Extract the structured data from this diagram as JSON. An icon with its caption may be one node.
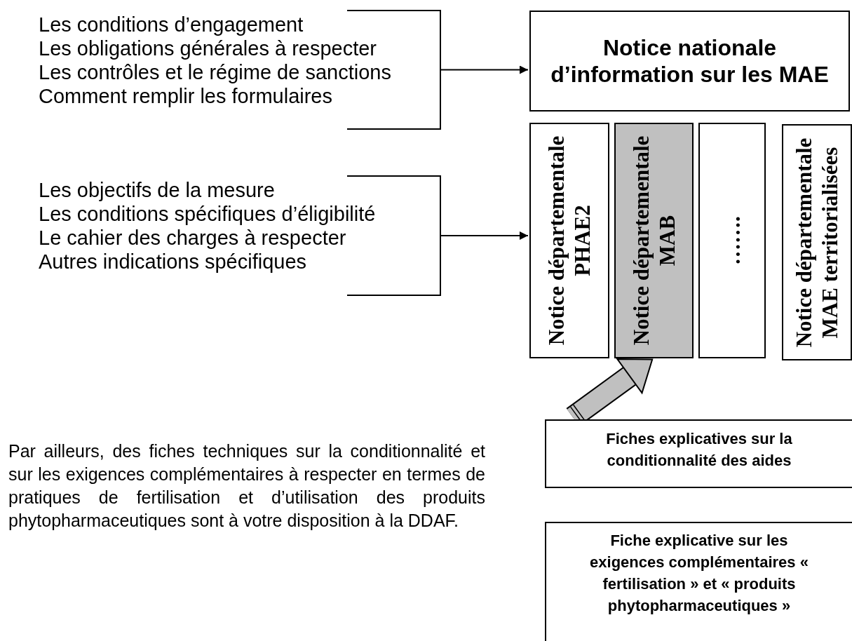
{
  "diagram": {
    "nodes": [
      {
        "text": [
          "Les conditions d’engagement",
          "Les obligations générales à respecter",
          "Les contrôles et le régime de sanctions",
          "Comment remplir les formulaires"
        ]
      },
      {
        "text": [
          "Les objectifs de la mesure",
          "Les conditions spécifiques d’éligibilité",
          "Le cahier des charges à respecter",
          "Autres indications spécifiques"
        ]
      },
      {
        "text": [
          "Notice nationale d’information sur les MAE"
        ]
      },
      {
        "text": [
          "Notice départementale PHAE2"
        ]
      },
      {
        "text": [
          "Notice départementale MAB"
        ]
      },
      {
        "text": [
          "……."
        ]
      },
      {
        "text": [
          "Notice départementale MAE territorialisées"
        ]
      },
      {
        "text": [
          "Fiches explicatives sur la conditionnalité des aides"
        ]
      },
      {
        "text": [
          "Fiche explicative sur les exigences complémentaires « fertilisation » et « produits phytopharmaceutiques »"
        ]
      }
    ],
    "edges": [
      {
        "from": 0,
        "to": 2,
        "arrow": "to"
      },
      {
        "from": 1,
        "to": 3,
        "arrow": "to"
      },
      {
        "from": 7,
        "to": 4,
        "arrow": "to",
        "style": "thick",
        "color": "#c0c0c0"
      }
    ],
    "labels": [
      "Par ailleurs, des fiches techniques sur la conditionnalité et sur les exigences complémentaires à respecter en termes de pratiques de fertilisation et d’utilisation des produits phytopharmaceutiques sont à votre disposition à la DDAF."
    ]
  }
}
